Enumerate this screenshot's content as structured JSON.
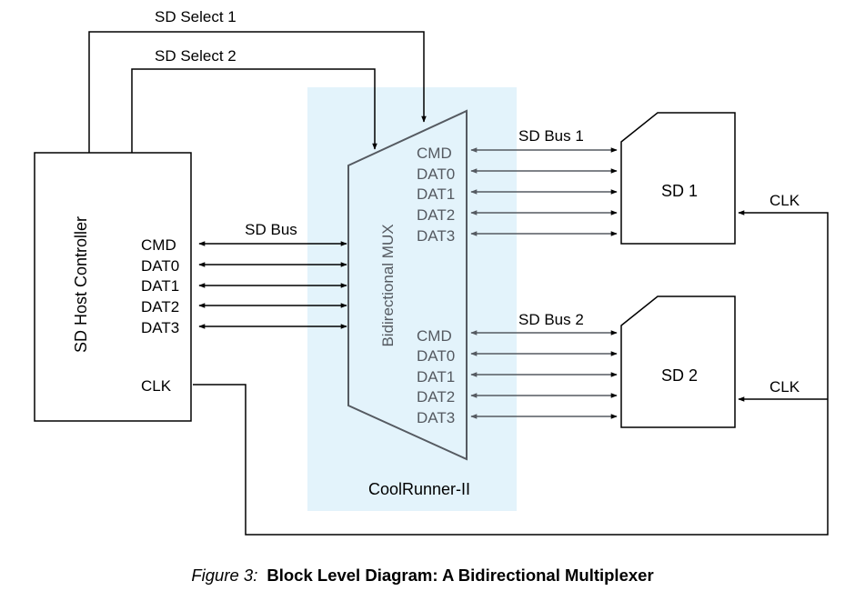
{
  "colors": {
    "chip_fill": "#e3f3fb",
    "mux_text": "#555a61",
    "line": "#000000",
    "mux_line": "#555a61"
  },
  "host": {
    "title": "SD Host Controller"
  },
  "host_pins": [
    "CMD",
    "DAT0",
    "DAT1",
    "DAT2",
    "DAT3",
    "CLK"
  ],
  "signals": {
    "select1": "SD Select 1",
    "select2": "SD Select 2",
    "sd_bus": "SD Bus",
    "sd_bus1": "SD Bus 1",
    "sd_bus2": "SD Bus 2",
    "clk1": "CLK",
    "clk2": "CLK"
  },
  "mux": {
    "title": "Bidirectional MUX",
    "pins_top": [
      "CMD",
      "DAT0",
      "DAT1",
      "DAT2",
      "DAT3"
    ],
    "pins_bottom": [
      "CMD",
      "DAT0",
      "DAT1",
      "DAT2",
      "DAT3"
    ]
  },
  "chip": {
    "name": "CoolRunner-II"
  },
  "cards": {
    "sd1": "SD 1",
    "sd2": "SD 2"
  },
  "caption": {
    "figure": "Figure 3:",
    "title": "Block Level Diagram: A Bidirectional Multiplexer"
  }
}
